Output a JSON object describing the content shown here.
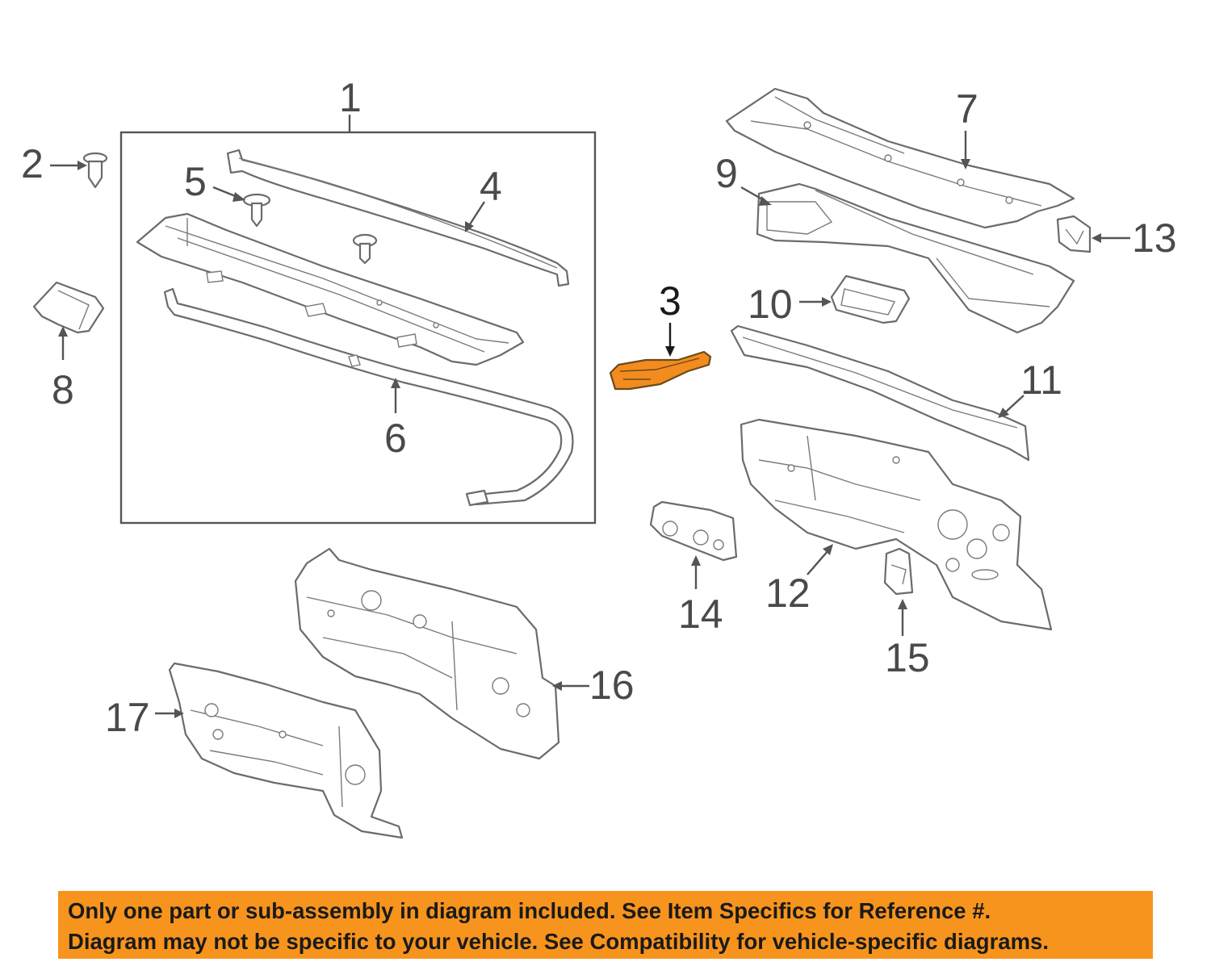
{
  "diagram": {
    "highlight_color": "#f28c1e",
    "line_color": "#6b6b6b",
    "callouts": {
      "c1": "1",
      "c2": "2",
      "c3": "3",
      "c4": "4",
      "c5": "5",
      "c6": "6",
      "c7": "7",
      "c8": "8",
      "c9": "9",
      "c10": "10",
      "c11": "11",
      "c12": "12",
      "c13": "13",
      "c14": "14",
      "c15": "15",
      "c16": "16",
      "c17": "17"
    },
    "highlighted_part": "3"
  },
  "disclaimer": {
    "background_color": "#f7941d",
    "line1": "Only one part or sub-assembly in diagram included. See Item Specifics for Reference #.",
    "line2": "Diagram may not be specific to your vehicle. See Compatibility for vehicle-specific diagrams."
  }
}
